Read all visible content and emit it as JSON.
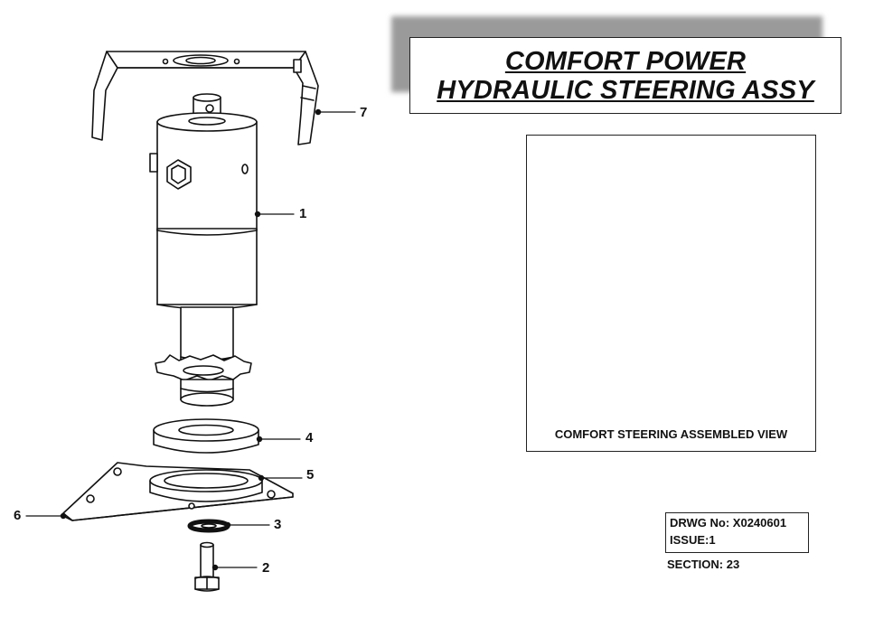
{
  "title": {
    "line1": "COMFORT  POWER",
    "line2": "HYDRAULIC  STEERING ASSY"
  },
  "inset": {
    "caption": "COMFORT STEERING ASSEMBLED VIEW"
  },
  "drawing_info": {
    "drwg_no": "DRWG No: X0240601",
    "issue": "ISSUE:1",
    "section": "SECTION: 23"
  },
  "callouts": [
    {
      "number": "7",
      "part": "bracket"
    },
    {
      "number": "1",
      "part": "steering unit"
    },
    {
      "number": "4",
      "part": "spacer ring"
    },
    {
      "number": "5",
      "part": "bearing ring"
    },
    {
      "number": "6",
      "part": "mounting plate"
    },
    {
      "number": "3",
      "part": "washer"
    },
    {
      "number": "2",
      "part": "bolt"
    }
  ]
}
